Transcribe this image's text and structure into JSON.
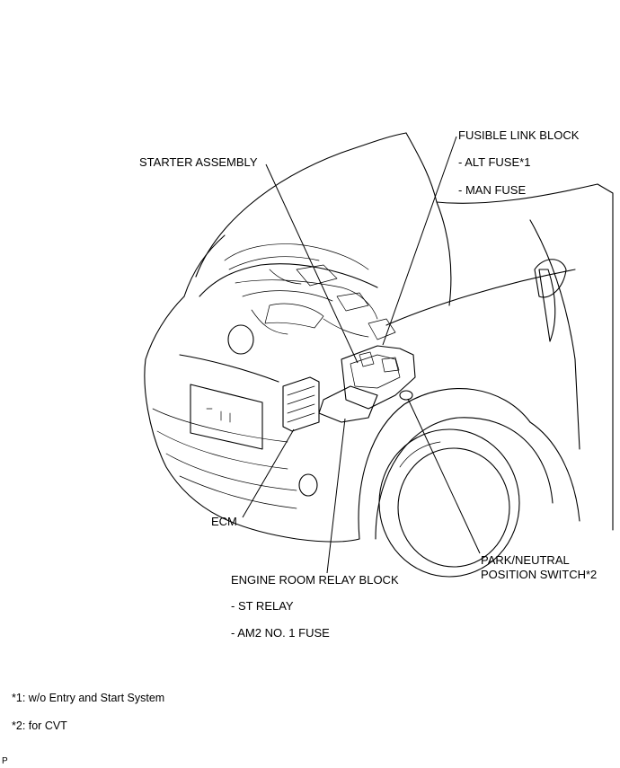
{
  "labels": {
    "fusible_link_block": "FUSIBLE LINK BLOCK",
    "alt_fuse": "- ALT FUSE*1",
    "man_fuse": "- MAN FUSE",
    "starter_assembly": "STARTER ASSEMBLY",
    "ecm": "ECM",
    "engine_room_relay_block": "ENGINE ROOM RELAY BLOCK",
    "st_relay": "- ST RELAY",
    "am2_fuse": "- AM2 NO. 1 FUSE",
    "park_neutral_line1": "PARK/NEUTRAL",
    "park_neutral_line2": "POSITION SWITCH*2"
  },
  "notes": {
    "note1": "*1: w/o Entry and Start System",
    "note2": "*2: for CVT"
  },
  "footer": {
    "page_mark": "P"
  }
}
